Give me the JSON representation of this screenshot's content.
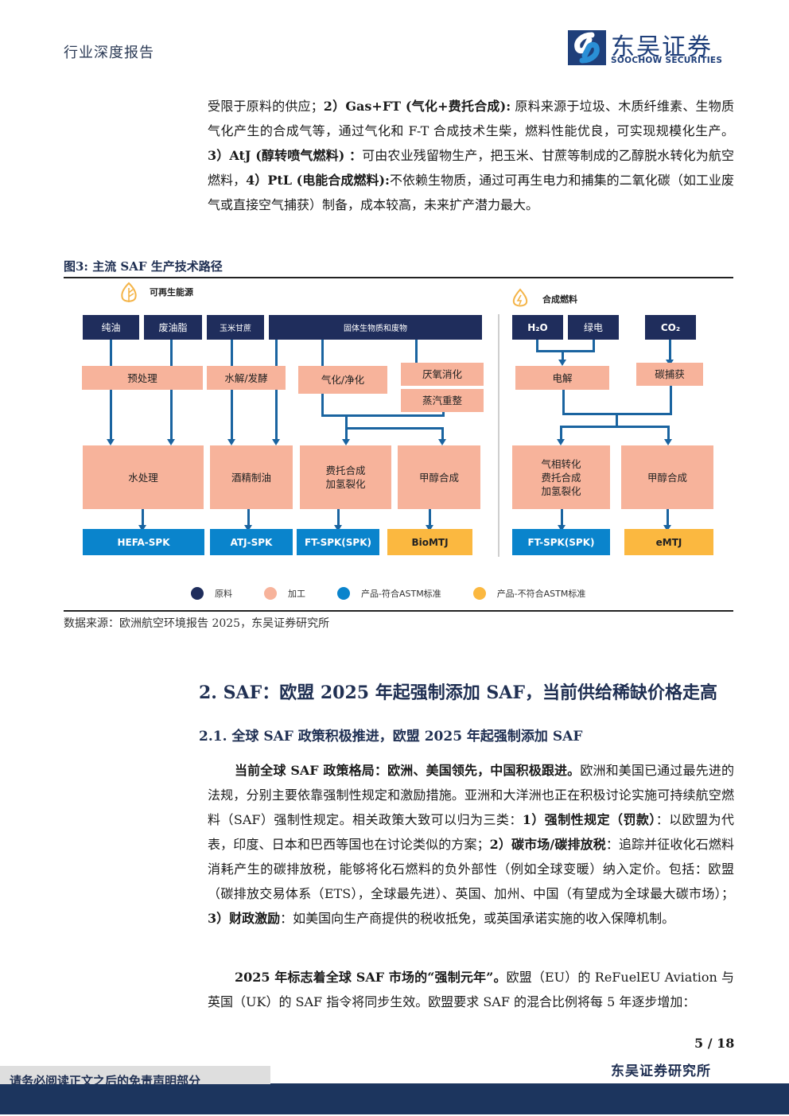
{
  "header": {
    "report_type": "行业深度报告",
    "logo_cn": "东吴证券",
    "logo_en": "SOOCHOW SECURITIES"
  },
  "intro_paragraph": {
    "seg1": "受限于原料的供应；",
    "seg2_bold": "2）Gas+FT (气化+费托合成):",
    "seg3": " 原料来源于垃圾、木质纤维素、生物质气化产生的合成气等，通过气化和 F-T 合成技术生柴，燃料性能优良，可实现规模化生产。",
    "seg4_bold": "3）AtJ (醇转喷气燃料) ：",
    "seg5": "可由农业残留物生产，把玉米、甘蔗等制成的乙醇脱水转化为航空燃料，",
    "seg6_bold": "4）PtL (电能合成燃料):",
    "seg7": "不依赖生物质，通过可再生电力和捕集的二氧化碳（如工业废气或直接空气捕获）制备，成本较高，未来扩产潜力最大。"
  },
  "figure": {
    "title": "图3:  主流 SAF 生产技术路径",
    "renewable_label": "可再生能源",
    "synthetic_label": "合成燃料",
    "raw_materials": [
      "纯油",
      "废油脂",
      "玉米甘蔗",
      "固体生物质和废物",
      "H₂O",
      "绿电",
      "CO₂"
    ],
    "pre_process": [
      "预处理",
      "水解/发酵",
      "气化/净化",
      "厌氧消化",
      "蒸汽重整",
      "电解",
      "碳捕获"
    ],
    "process": [
      "水处理",
      "酒精制油",
      "费托合成\n加氢裂化",
      "甲醇合成",
      "气相转化\n费托合成\n加氢裂化",
      "甲醇合成"
    ],
    "products": [
      "HEFA-SPK",
      "ATJ-SPK",
      "FT-SPK(SPK)",
      "BioMTJ",
      "FT-SPK(SPK)",
      "eMTJ"
    ],
    "legend": [
      {
        "label": "原料",
        "color": "#1f2d5c"
      },
      {
        "label": "加工",
        "color": "#f7b39b"
      },
      {
        "label": "产品-符合ASTM标准",
        "color": "#0a84cc"
      },
      {
        "label": "产品-不符合ASTM标准",
        "color": "#fbb840"
      }
    ],
    "source": "数据来源：欧洲航空环境报告 2025，东吴证券研究所"
  },
  "section2": {
    "heading": "2.  SAF：欧盟 2025 年起强制添加 SAF，当前供给稀缺价格走高",
    "sub_heading": "2.1.  全球 SAF 政策积极推进，欧盟 2025 年起强制添加 SAF"
  },
  "policy_paragraph": {
    "lead_bold": "当前全球 SAF 政策格局：欧洲、美国领先，中国积极跟进。",
    "t1": "欧洲和美国已通过最先进的法规，分别主要依靠强制性规定和激励措施。亚洲和大洋洲也正在积极讨论实施可持续航空燃料（SAF）强制性规定。相关政策大致可以归为三类：",
    "b1": "1）强制性规定（罚款）",
    "t2": "：以欧盟为代表，印度、日本和巴西等国也在讨论类似的方案；",
    "b2": "2）碳市场/碳排放税",
    "t3": "：追踪并征收化石燃料消耗产生的碳排放税，能够将化石燃料的负外部性（例如全球变暖）纳入定价。包括：欧盟（碳排放交易体系（ETS），全球最先进）、英国、加州、中国（有望成为全球最大碳市场）；",
    "b3": "3）财政激励",
    "t4": "：如美国向生产商提供的税收抵免，或英国承诺实施的收入保障机制。"
  },
  "mandate_paragraph": {
    "lead_bold": "2025 年标志着全球 SAF 市场的“强制元年”。",
    "text": "欧盟（EU）的 ReFuelEU Aviation 与英国（UK）的 SAF 指令将同步生效。欧盟要求 SAF 的混合比例将每 5 年逐步增加："
  },
  "footer": {
    "page": "5 / 18",
    "org": "东吴证券研究所",
    "disclaimer": "请务必阅读正文之后的免责声明部分"
  }
}
